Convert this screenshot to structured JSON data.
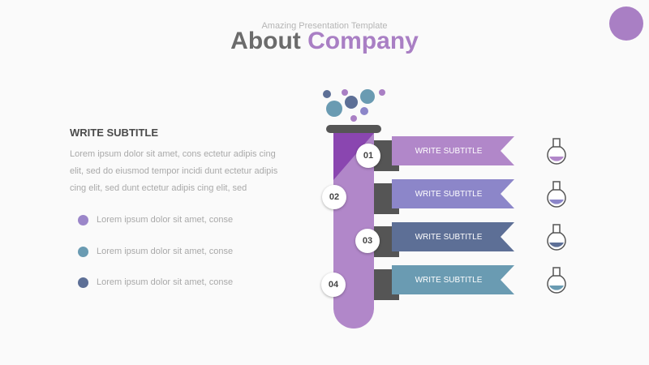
{
  "header": {
    "supertitle": "Amazing Presentation Template",
    "title_main": "About",
    "title_accent": "Company"
  },
  "left": {
    "subtitle": "WRITE SUBTITLE",
    "body": "Lorem ipsum dolor sit amet, cons ectetur adipis cing elit, sed do eiusmod tempor incidi dunt ectetur adipis cing elit, sed dunt ectetur adipis cing elit, sed",
    "bullets": [
      {
        "text": "Lorem ipsum dolor sit amet, conse",
        "color": "#9b86c9"
      },
      {
        "text": "Lorem ipsum dolor sit amet, conse",
        "color": "#6a9bb2"
      },
      {
        "text": "Lorem ipsum dolor sit amet, conse",
        "color": "#5d6f96"
      }
    ]
  },
  "steps": [
    {
      "number": "01",
      "label": "WRITE SUBTITLE",
      "color": "#b187c9"
    },
    {
      "number": "02",
      "label": "WRITE SUBTITLE",
      "color": "#8c86c9"
    },
    {
      "number": "03",
      "label": "WRITE SUBTITLE",
      "color": "#5d6f96"
    },
    {
      "number": "04",
      "label": "WRITE SUBTITLE",
      "color": "#6a9bb2"
    }
  ],
  "colors": {
    "accent": "#a97fc4",
    "tube_fill": "#b187c9",
    "tube_dark": "#8a46b0",
    "dark_gray": "#555555"
  },
  "icons": [
    "flask-icon",
    "flask-icon",
    "flask-icon",
    "flask-icon"
  ]
}
